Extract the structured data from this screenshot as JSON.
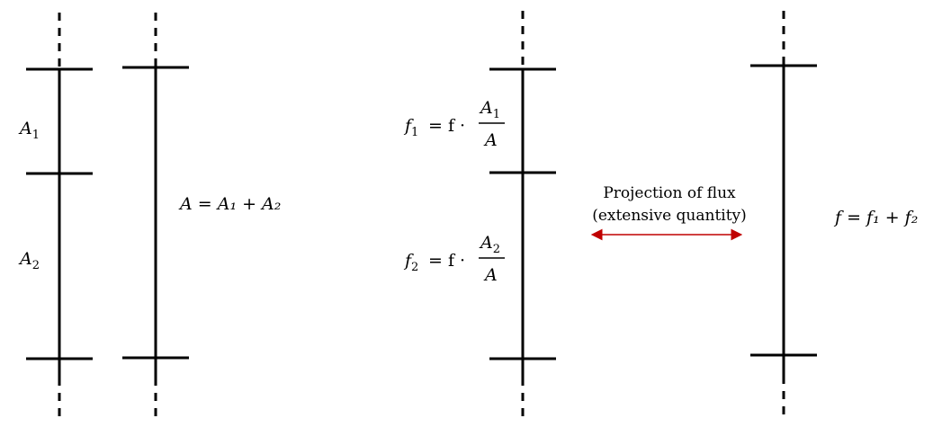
{
  "colors": {
    "lines": "#000000",
    "arrow": "#c00000",
    "background": "#ffffff"
  },
  "left_panel": {
    "label_a1": {
      "main": "A",
      "sub": "1"
    },
    "label_a2": {
      "main": "A",
      "sub": "2"
    },
    "equation_sum": "A = A₁ + A₂"
  },
  "right_panel": {
    "equation_f1": {
      "lhs_main": "f",
      "lhs_sub": "1",
      "mid": "= f ·",
      "num_main": "A",
      "num_sub": "1",
      "den": "A"
    },
    "equation_f2": {
      "lhs_main": "f",
      "lhs_sub": "2",
      "mid": "= f ·",
      "num_main": "A",
      "num_sub": "2",
      "den": "A"
    },
    "projection_label_line1": "Projection of flux",
    "projection_label_line2": "(extensive quantity)",
    "equation_sum": "f = f₁ + f₂"
  }
}
